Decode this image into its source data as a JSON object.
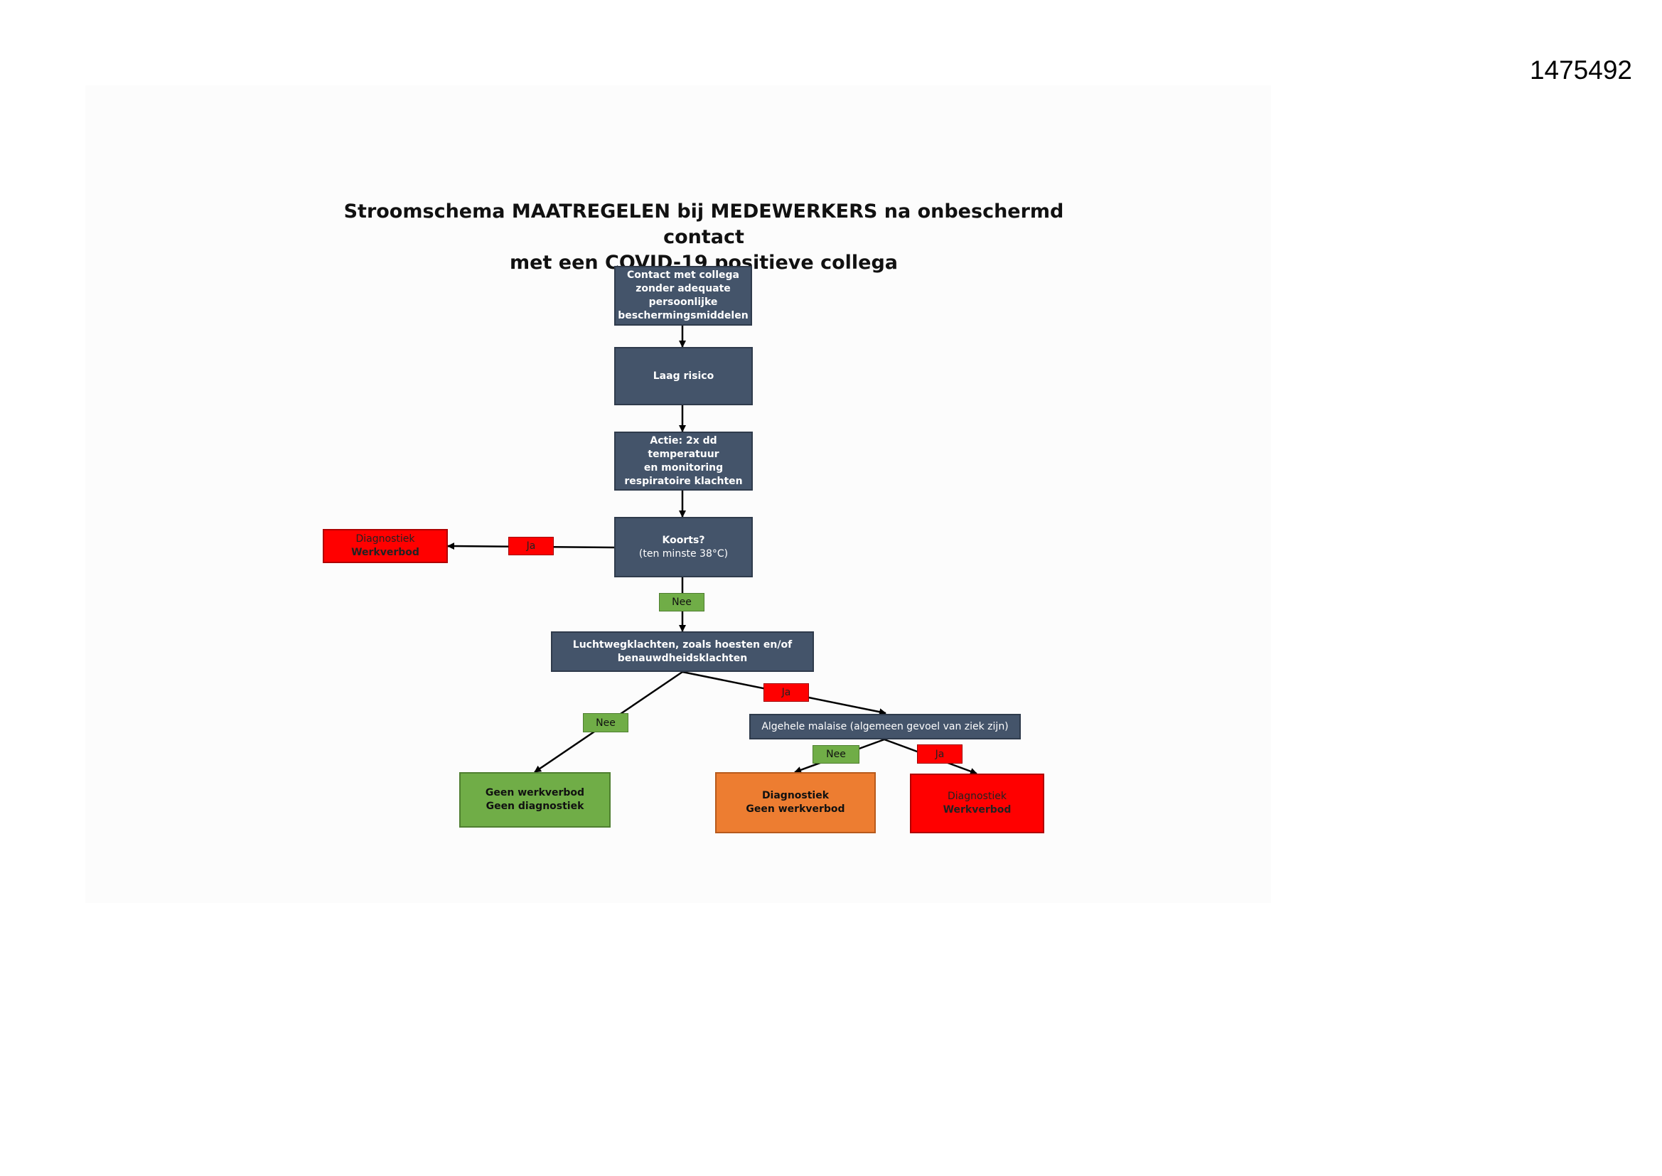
{
  "document_id": "1475492",
  "title": {
    "line1": "Stroomschema MAATREGELEN bij MEDEWERKERS na onbeschermd contact",
    "line2": "met een COVID-19 positieve collega"
  },
  "nodes": {
    "contact": [
      "Contact met collega",
      "zonder adequate",
      "persoonlijke",
      "beschermingsmiddelen"
    ],
    "laag_risico": [
      "Laag risico"
    ],
    "actie": [
      "Actie: 2x dd temperatuur",
      "en monitoring",
      "respiratoire klachten"
    ],
    "koorts": [
      "Koorts?",
      "(ten minste 38°C)"
    ],
    "diagnostiek_left": [
      "Diagnostiek",
      "Werkverbod"
    ],
    "luchtweg": [
      "Luchtwegklachten, zoals hoesten en/of",
      "benauwdheidsklachten"
    ],
    "malaise": [
      "Algehele malaise (algemeen gevoel van ziek zijn)"
    ],
    "geen_werkverbod": [
      "Geen werkverbod",
      "Geen diagnostiek"
    ],
    "diagnostiek_orange": [
      "Diagnostiek",
      "Geen werkverbod"
    ],
    "diagnostiek_red": [
      "Diagnostiek",
      "Werkverbod"
    ]
  },
  "labels": {
    "ja_koorts": "Ja",
    "nee_koorts": "Nee",
    "ja_luchtweg": "Ja",
    "nee_luchtweg": "Nee",
    "nee_malaise": "Nee",
    "ja_malaise": "Ja"
  },
  "colors": {
    "navy": "#44546a",
    "red": "#ff0000",
    "green": "#70ad47",
    "orange": "#ed7d31"
  }
}
